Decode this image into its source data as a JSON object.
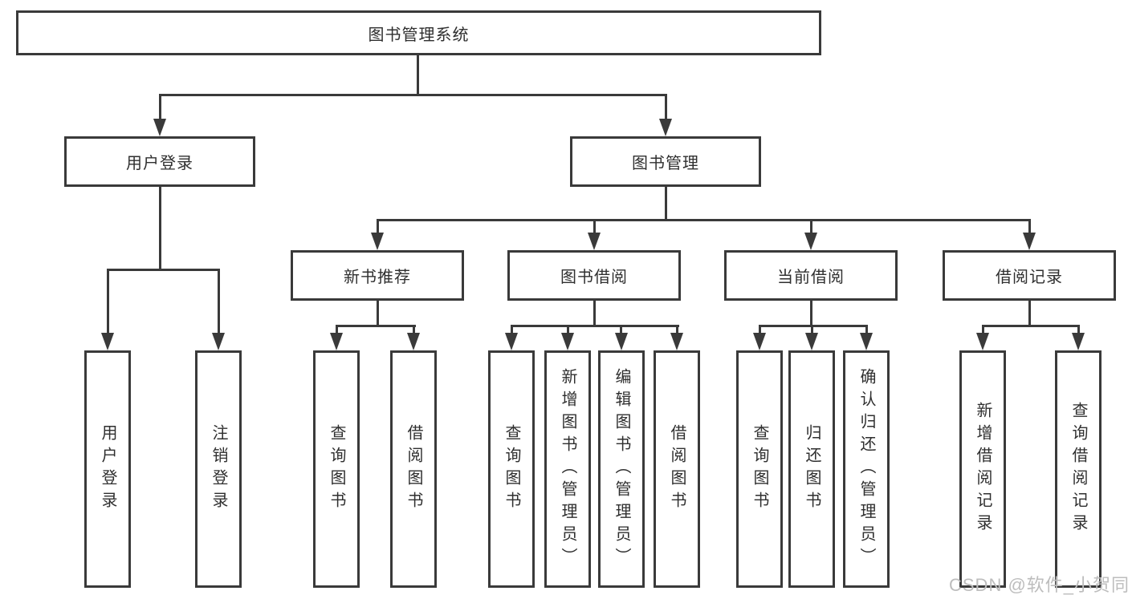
{
  "diagram": {
    "root": {
      "label": "图书管理系统"
    },
    "level2": [
      {
        "label": "用户登录"
      },
      {
        "label": "图书管理"
      }
    ],
    "level3": [
      {
        "label": "新书推荐"
      },
      {
        "label": "图书借阅"
      },
      {
        "label": "当前借阅"
      },
      {
        "label": "借阅记录"
      }
    ],
    "leaves": {
      "login": [
        "用户登录",
        "注销登录"
      ],
      "newbook": [
        "查询图书",
        "借阅图书"
      ],
      "borrow": [
        "查询图书",
        "新增图书（管理员）",
        "编辑图书（管理员）",
        "借阅图书"
      ],
      "current": [
        "查询图书",
        "归还图书",
        "确认归还（管理员）"
      ],
      "records": [
        "新增借阅记录",
        "查询借阅记录"
      ]
    }
  },
  "watermark": {
    "text": "CSDN @软件_小贺同学"
  },
  "colors": {
    "line": "#3a3a3a",
    "text": "#2f2f2f",
    "watermark": "#bdbdbd",
    "background": "#ffffff"
  }
}
